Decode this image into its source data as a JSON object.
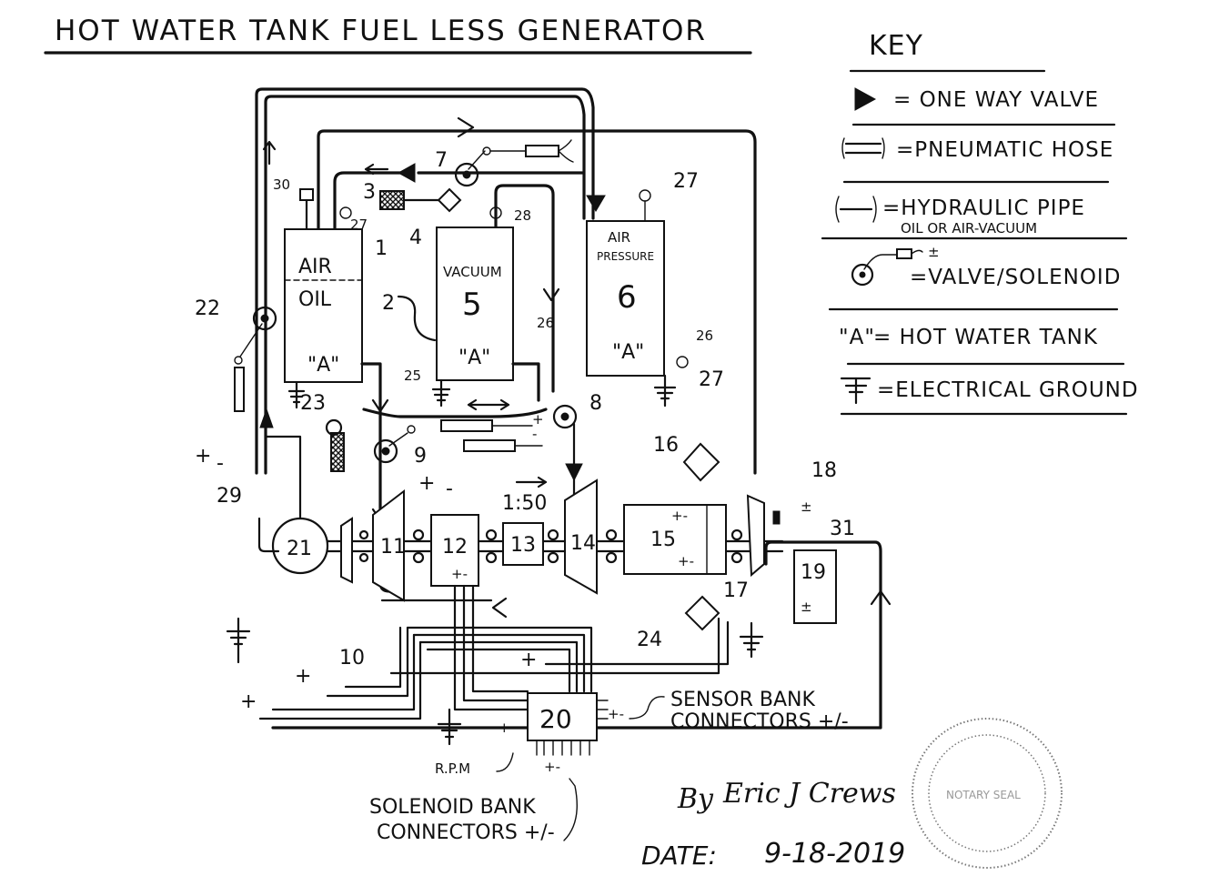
{
  "title": "HOT WATER TANK FUEL LESS GENERATOR",
  "key": {
    "heading": "KEY",
    "items": [
      {
        "symbol": "one-way-valve-icon",
        "label": "= ONE WAY VALVE"
      },
      {
        "symbol": "pneumatic-hose-icon",
        "label": "=PNEUMATIC HOSE"
      },
      {
        "symbol": "hydraulic-pipe-icon",
        "label": "=HYDRAULIC PIPE",
        "sublabel": "OIL OR AIR-VACUUM"
      },
      {
        "symbol": "valve-solenoid-icon",
        "label": "=VALVE/SOLENOID"
      },
      {
        "symbol": "hot-water-tank-icon",
        "prefix": "\"A\"",
        "label": "= HOT WATER TANK"
      },
      {
        "symbol": "ground-icon",
        "label": "=ELECTRICAL GROUND"
      }
    ]
  },
  "tanks": [
    {
      "number": "1",
      "top_label": "AIR",
      "bottom_label": "OIL",
      "type_label": "\"A\""
    },
    {
      "number": "5",
      "top_label": "VACUUM",
      "type_label": "\"A\""
    },
    {
      "number": "6",
      "top_label": "AIR",
      "sub_label": "PRESSURE",
      "type_label": "\"A\""
    }
  ],
  "components": {
    "c2": "2",
    "c3": "3",
    "c4": "4",
    "c7": "7",
    "c8": "8",
    "c9": "9",
    "c10": "10",
    "c11": "11",
    "c12": "12",
    "c13": "13",
    "c14": "14",
    "c15": "15",
    "c16": "16",
    "c17": "17",
    "c18": "18",
    "c19": "19",
    "c20": "20",
    "c21": "21",
    "c22": "22",
    "c23": "23",
    "c24": "24",
    "c25": "25",
    "c26a": "26",
    "c26b": "26",
    "c27a": "27",
    "c27b": "27",
    "c27c": "27",
    "c28": "28",
    "c29": "29",
    "c30": "30",
    "c31": "31"
  },
  "gear_ratio": "1:50",
  "rpm_label": "R.P.M",
  "polarity": {
    "plus": "+",
    "minus": "-",
    "plusminus": "±",
    "pm": "+-"
  },
  "sensor_bank": {
    "line1": "SENSOR BANK",
    "line2": "CONNECTORS +/-"
  },
  "solenoid_bank": {
    "line1": "SOLENOID BANK",
    "line2": "CONNECTORS +/-"
  },
  "signature": {
    "by": "By",
    "name": "Eric J Crews"
  },
  "date": {
    "label": "DATE:",
    "value": "9-18-2019"
  },
  "stamp_text": "NOTARY SEAL"
}
